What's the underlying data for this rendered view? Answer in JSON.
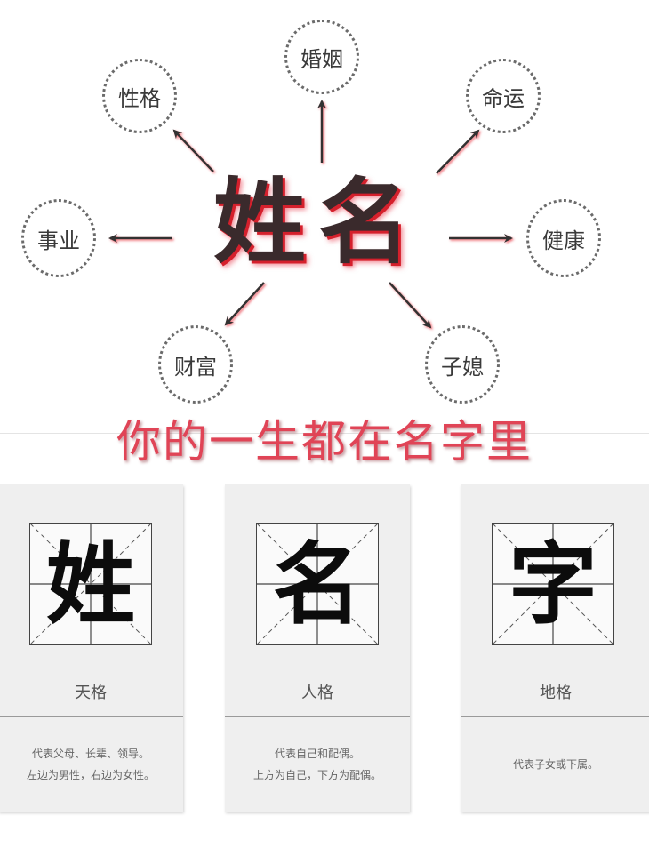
{
  "diagram": {
    "center_title": "姓名",
    "nodes": [
      {
        "id": "personality",
        "label": "性格"
      },
      {
        "id": "marriage",
        "label": "婚姻"
      },
      {
        "id": "fate",
        "label": "命运"
      },
      {
        "id": "career",
        "label": "事业"
      },
      {
        "id": "health",
        "label": "健康"
      },
      {
        "id": "wealth",
        "label": "财富"
      },
      {
        "id": "children",
        "label": "子媳"
      }
    ],
    "slogan": "你的一生都在名字里"
  },
  "cards": [
    {
      "char": "姓",
      "title": "天格",
      "desc_lines": [
        "代表父母、长辈、领导。",
        "左边为男性，右边为女性。"
      ]
    },
    {
      "char": "名",
      "title": "人格",
      "desc_lines": [
        "代表自己和配偶。",
        "上方为自己，下方为配偶。"
      ]
    },
    {
      "char": "字",
      "title": "地格",
      "desc_lines": [
        "代表子女或下属。"
      ]
    }
  ],
  "colors": {
    "accent_red": "#e04456",
    "title_shadow_red": "#d5202c",
    "arrow_dark": "#333333",
    "node_border": "#6b6b6b",
    "card_bg": "#efefef"
  }
}
